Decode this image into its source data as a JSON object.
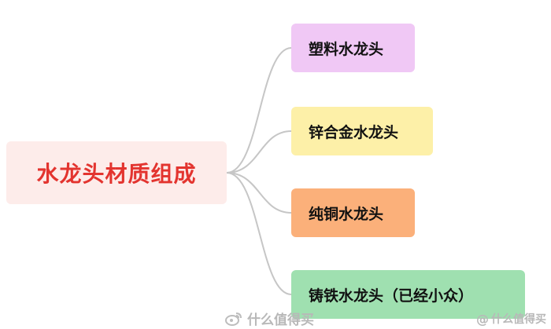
{
  "diagram": {
    "root": {
      "label": "水龙头材质组成",
      "background": "#fdecea",
      "text_color": "#e3342f"
    },
    "branches": [
      {
        "label": "塑料水龙头",
        "color": "#f0c8f5"
      },
      {
        "label": "锌合金水龙头",
        "color": "#fdf0a8"
      },
      {
        "label": "纯铜水龙头",
        "color": "#fbb07a"
      },
      {
        "label": "铸铁水龙头（已经小众）",
        "color": "#9fe0b0"
      }
    ],
    "connector_color": "#c6c6c6"
  },
  "watermark": {
    "left_text": "什么值得买",
    "right_text": "什么值得买",
    "icon": "weibo-icon"
  }
}
